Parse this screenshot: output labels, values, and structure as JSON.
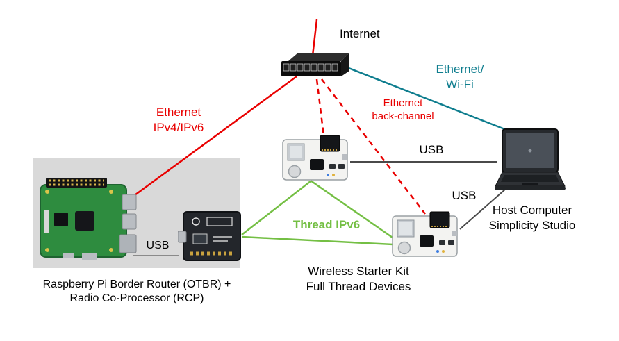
{
  "colors": {
    "red": "#e90000",
    "teal": "#0e7d8e",
    "green": "#74bf44",
    "wire_dark": "#4a4a4a",
    "wire_gray": "#8a8a8a",
    "box_gray": "#d9d9d9",
    "text": "#000000"
  },
  "labels": {
    "internet": "Internet",
    "ethernet_wifi": "Ethernet/\nWi-Fi",
    "ethernet_ipv4": "Ethernet\nIPv4/IPv6",
    "ethernet_backchannel": "Ethernet\nback-channel",
    "thread_ipv6": "Thread IPv6",
    "usb_rpi": "USB",
    "usb_top": "USB",
    "usb_side": "USB",
    "host_computer": "Host Computer\nSimplicity Studio",
    "wireless_starter_kit": "Wireless Starter Kit\nFull Thread Devices",
    "raspberry_pi": "Raspberry Pi Border Router (OTBR) +\nRadio Co-Processor (RCP)"
  }
}
